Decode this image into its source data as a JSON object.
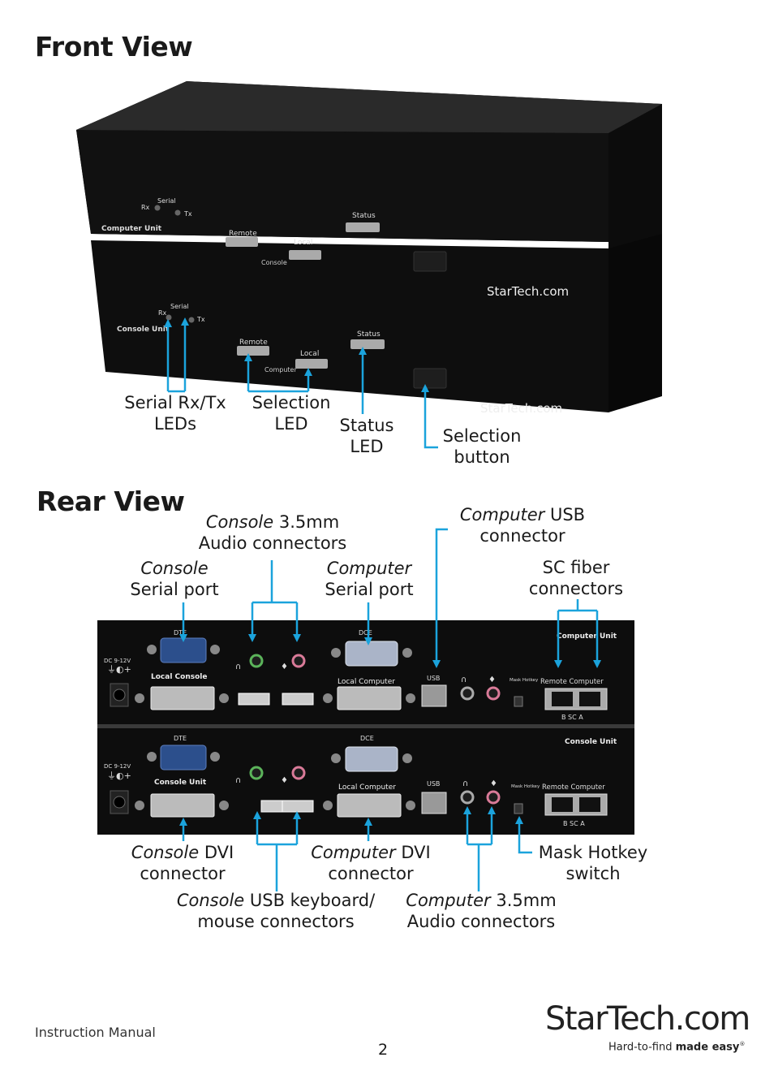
{
  "sections": {
    "front_title": "Front View",
    "rear_title": "Rear View"
  },
  "device_front": {
    "top_unit_label": "Computer Unit",
    "bottom_unit_label": "Console Unit",
    "serial_label": "Serial",
    "rx_label": "Rx",
    "tx_label": "Tx",
    "remote_label": "Remote",
    "local_label": "Local",
    "status_label": "Status",
    "console_label": "Console",
    "computer_label": "Computer",
    "brand": "StarTech.com"
  },
  "front_callouts": {
    "serial_leds": {
      "line1": "Serial Rx/Tx",
      "line2": "LEDs"
    },
    "selection_led": {
      "line1": "Selection",
      "line2": "LED"
    },
    "status_led": {
      "line1": "Status",
      "line2": "LED"
    },
    "selection_button": {
      "line1": "Selection",
      "line2": "button"
    }
  },
  "device_rear": {
    "dc_label": "DC 9-12V",
    "dte_label": "DTE",
    "dce_label": "DCE",
    "local_console": "Local Console",
    "local_computer": "Local Computer",
    "console_unit": "Console Unit",
    "computer_unit": "Computer Unit",
    "usb_label": "USB",
    "mask_hotkey": "Mask Hotkey",
    "remote_computer": "Remote Computer",
    "bsca": "B SC A"
  },
  "rear_callouts": {
    "console_audio": {
      "italic": "Console",
      "rest": " 3.5mm",
      "line2": "Audio connectors"
    },
    "computer_usb": {
      "italic": "Computer",
      "rest": " USB",
      "line2": "connector"
    },
    "console_serial": {
      "italic": "Console",
      "line2": "Serial port"
    },
    "computer_serial": {
      "italic": "Computer",
      "line2": "Serial port"
    },
    "sc_fiber": {
      "line1": "SC fiber",
      "line2": "connectors"
    },
    "console_dvi": {
      "italic": "Console",
      "rest": " DVI",
      "line2": "connector"
    },
    "computer_dvi": {
      "italic": "Computer",
      "rest": " DVI",
      "line2": "connector"
    },
    "mask_hotkey_switch": {
      "line1": "Mask Hotkey",
      "line2": "switch"
    },
    "console_usb": {
      "italic": "Console",
      "rest": " USB keyboard/",
      "line2": "mouse connectors"
    },
    "computer_audio": {
      "italic": "Computer",
      "rest": " 3.5mm",
      "line2": "Audio connectors"
    }
  },
  "footer": {
    "manual": "Instruction Manual",
    "page": "2",
    "logo_word": "StarTech.com",
    "tagline_light": "Hard-to-find ",
    "tagline_bold": "made easy",
    "reg": "®"
  },
  "colors": {
    "accent": "#1ba3dc",
    "device": "#111111"
  }
}
